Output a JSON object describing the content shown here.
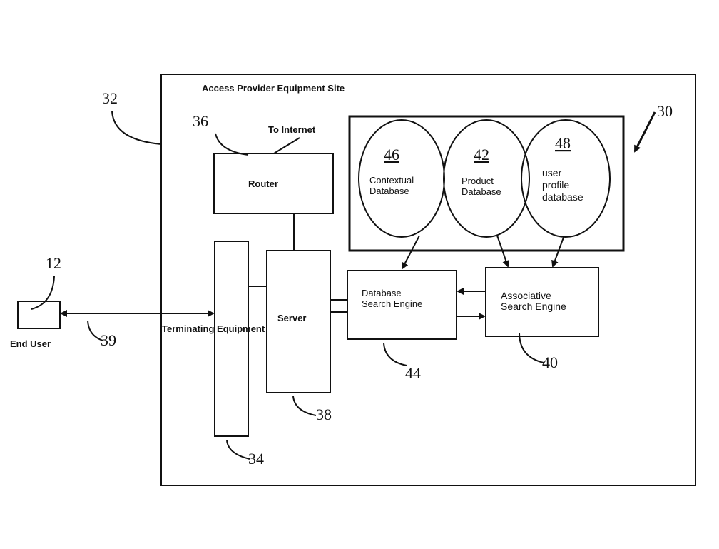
{
  "site": {
    "title": "Access Provider Equipment Site",
    "ref": "32"
  },
  "system": {
    "ref": "30"
  },
  "router": {
    "label": "Router",
    "ref": "36",
    "uplink": "To Internet"
  },
  "terminating": {
    "label": "Terminating Equipment",
    "ref": "34"
  },
  "server": {
    "label": "Server",
    "ref": "38"
  },
  "end_user": {
    "label": "End User",
    "ref": "12"
  },
  "link": {
    "ref": "39"
  },
  "databases": [
    {
      "ref": "46",
      "line1": "Contextual",
      "line2": "Database",
      "line3": ""
    },
    {
      "ref": "42",
      "line1": "Product",
      "line2": "Database",
      "line3": ""
    },
    {
      "ref": "48",
      "line1": "user",
      "line2": "profile",
      "line3": "database"
    }
  ],
  "db_search_engine": {
    "line1": "Database",
    "line2": "Search Engine",
    "ref": "44"
  },
  "assoc_search_engine": {
    "line1": "Associative",
    "line2": "Search Engine",
    "ref": "40"
  }
}
